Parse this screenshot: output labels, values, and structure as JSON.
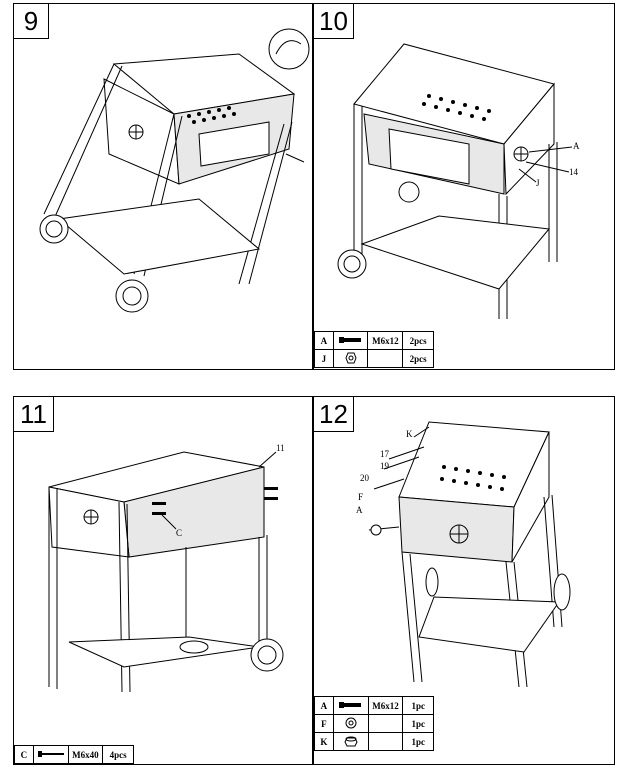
{
  "steps": [
    {
      "number": "9"
    },
    {
      "number": "10",
      "callouts": {
        "a": "A",
        "j": "J",
        "p14": "14"
      },
      "parts": [
        {
          "letter": "A",
          "icon": "bolt-icon",
          "spec": "M6x12",
          "qty": "2pcs"
        },
        {
          "letter": "J",
          "icon": "nut-icon",
          "spec": "",
          "qty": "2pcs"
        }
      ]
    },
    {
      "number": "11",
      "callouts": {
        "p11": "11",
        "c": "C"
      },
      "parts": [
        {
          "letter": "C",
          "icon": "long-bolt-icon",
          "spec": "M6x40",
          "qty": "4pcs"
        }
      ]
    },
    {
      "number": "12",
      "callouts": {
        "k": "K",
        "p17": "17",
        "p19": "19",
        "p20": "20",
        "f": "F",
        "a": "A"
      },
      "parts": [
        {
          "letter": "A",
          "icon": "bolt-icon",
          "spec": "M6x12",
          "qty": "1pc"
        },
        {
          "letter": "F",
          "icon": "washer-icon",
          "spec": "",
          "qty": "1pc"
        },
        {
          "letter": "K",
          "icon": "lock-nut-icon",
          "spec": "",
          "qty": "1pc"
        }
      ]
    }
  ]
}
